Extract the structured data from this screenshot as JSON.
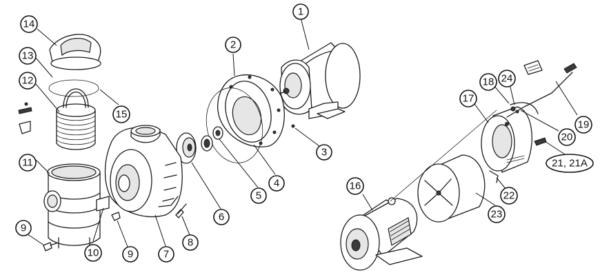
{
  "callouts": [
    {
      "id": "1",
      "label": "1"
    },
    {
      "id": "2",
      "label": "2"
    },
    {
      "id": "3",
      "label": "3"
    },
    {
      "id": "4",
      "label": "4"
    },
    {
      "id": "5",
      "label": "5"
    },
    {
      "id": "6",
      "label": "6"
    },
    {
      "id": "7",
      "label": "7"
    },
    {
      "id": "8",
      "label": "8"
    },
    {
      "id": "9a",
      "label": "9"
    },
    {
      "id": "9b",
      "label": "9"
    },
    {
      "id": "10",
      "label": "10"
    },
    {
      "id": "11",
      "label": "11"
    },
    {
      "id": "12",
      "label": "12"
    },
    {
      "id": "13",
      "label": "13"
    },
    {
      "id": "14",
      "label": "14"
    },
    {
      "id": "15",
      "label": "15"
    },
    {
      "id": "16",
      "label": "16"
    },
    {
      "id": "17",
      "label": "17"
    },
    {
      "id": "18",
      "label": "18"
    },
    {
      "id": "19",
      "label": "19"
    },
    {
      "id": "20",
      "label": "20"
    },
    {
      "id": "21",
      "label": "21, 21A"
    },
    {
      "id": "22",
      "label": "22"
    },
    {
      "id": "23",
      "label": "23"
    },
    {
      "id": "24",
      "label": "24"
    }
  ]
}
